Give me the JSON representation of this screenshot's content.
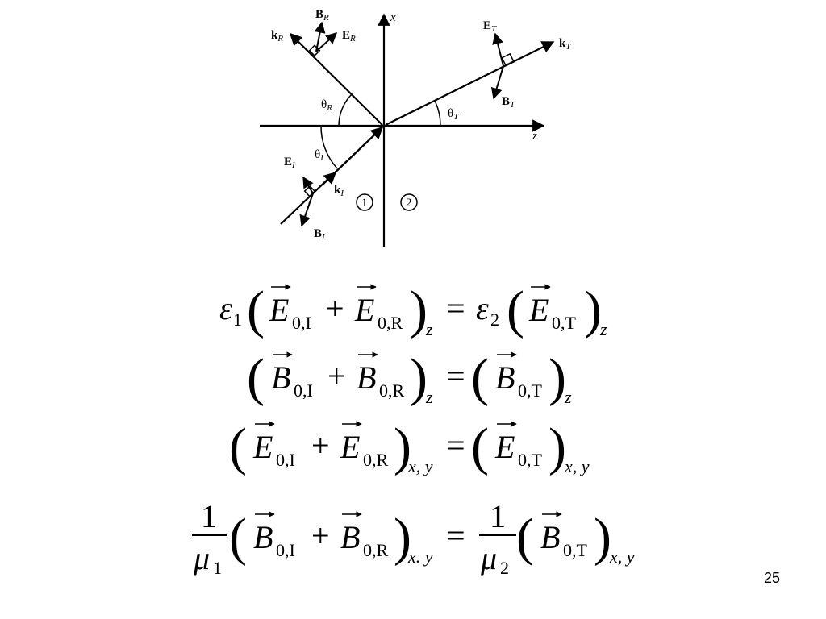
{
  "diagram": {
    "axis_x": "x",
    "axis_z": "z",
    "k_R": "k",
    "k_R_sub": "R",
    "B_R": "B",
    "B_R_sub": "R",
    "E_R": "E",
    "E_R_sub": "R",
    "theta_R": "θ",
    "theta_R_sub": "R",
    "E_T": "E",
    "E_T_sub": "T",
    "k_T": "k",
    "k_T_sub": "T",
    "B_T": "B",
    "B_T_sub": "T",
    "theta_T": "θ",
    "theta_T_sub": "T",
    "E_I": "E",
    "E_I_sub": "I",
    "theta_I": "θ",
    "theta_I_sub": "I",
    "k_I": "k",
    "k_I_sub": "I",
    "B_I": "B",
    "B_I_sub": "I",
    "region_1": "1",
    "region_2": "2"
  },
  "equations": {
    "eq1": {
      "eps1": "ε",
      "eps1_sub": "1",
      "E": "E",
      "sub_0I": "0,I",
      "plus": "+",
      "sub_0R": "0,R",
      "comp": "z",
      "equals": "=",
      "eps2": "ε",
      "eps2_sub": "2",
      "sub_0T": "0,T",
      "comp_r": "z"
    },
    "eq2": {
      "B": "B",
      "sub_0I": "0,I",
      "plus": "+",
      "sub_0R": "0,R",
      "comp": "z",
      "equals": "=",
      "sub_0T": "0,T",
      "comp_r": "z"
    },
    "eq3": {
      "E": "E",
      "sub_0I": "0,I",
      "plus": "+",
      "sub_0R": "0,R",
      "comp": "x, y",
      "equals": "=",
      "sub_0T": "0,T",
      "comp_r": "x, y"
    },
    "eq4": {
      "one": "1",
      "mu": "μ",
      "mu1_sub": "1",
      "mu2_sub": "2",
      "B": "B",
      "sub_0I": "0,I",
      "plus": "+",
      "sub_0R": "0,R",
      "comp": "x. y",
      "equals": "=",
      "sub_0T": "0,T",
      "comp_r": "x, y"
    }
  },
  "page_number": "25"
}
